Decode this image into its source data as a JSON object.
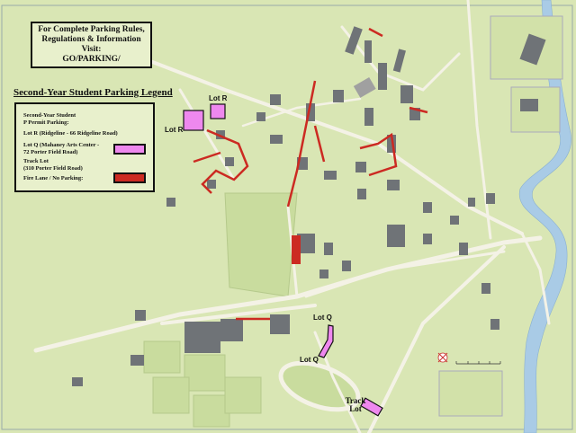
{
  "info_box": {
    "line1": "For Complete Parking Rules,",
    "line2": "Regulations & Information",
    "line3": "Visit:",
    "line4": "GO/PARKING/"
  },
  "legend": {
    "title": "Second-Year Student Parking Legend",
    "heading1": "Second-Year Student",
    "heading2": "P Permit Parking:",
    "items": [
      {
        "label": "Lot R (Ridgeline - 66 Ridgeline Road)"
      },
      {
        "label1": "Lot Q (Mahaney Arts Center -",
        "label2": "72 Porter Field Road)",
        "color": "#ee88ee"
      },
      {
        "label1": "Track Lot",
        "label2": "(310 Porter Field Road)"
      },
      {
        "label": "Fire Lane / No Parking:",
        "color": "#cc2a22"
      }
    ]
  },
  "map_labels": {
    "lot_r_1": "Lot R",
    "lot_r_2": "Lot R",
    "lot_q_1": "Lot Q",
    "lot_q_2": "Lot Q",
    "track_lot_1": "Track",
    "track_lot_2": "Lot"
  },
  "colors": {
    "ground": "#d9e6b4",
    "road": "#f4f2e6",
    "building": "#6f7377",
    "parking_lot": "#ee88ee",
    "fire_lane": "#cc2a22",
    "river": "#a9cbe6",
    "field": "#c9dc9e"
  }
}
